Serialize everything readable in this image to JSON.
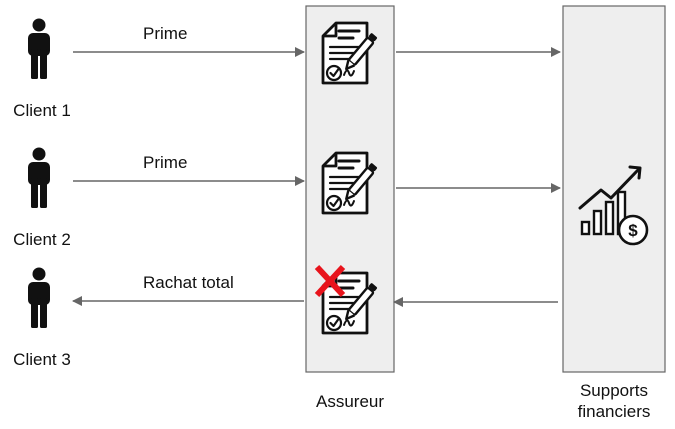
{
  "clients": [
    {
      "label": "Client 1",
      "flow_label": "Prime",
      "direction": "to-assureur"
    },
    {
      "label": "Client 2",
      "flow_label": "Prime",
      "direction": "to-assureur"
    },
    {
      "label": "Client 3",
      "flow_label": "Rachat total",
      "direction": "to-client"
    }
  ],
  "assureur": {
    "label": "Assureur"
  },
  "supports": {
    "label_line1": "Supports",
    "label_line2": "financiers"
  },
  "icons": {
    "client": "person-icon",
    "contract": "signed-contract-icon",
    "cancel": "red-cross-icon",
    "supports": "growth-chart-dollar-icon"
  },
  "colors": {
    "box_fill": "#eeeeee",
    "box_stroke": "#666666",
    "arrow": "#666666",
    "icon": "#111111",
    "cancel": "#e8141c"
  }
}
